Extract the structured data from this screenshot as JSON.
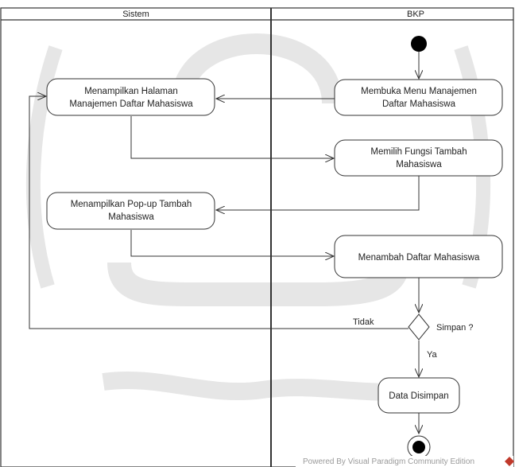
{
  "diagram": {
    "lanes": [
      {
        "id": "sistem",
        "title": "Sistem"
      },
      {
        "id": "bkp",
        "title": "BKP"
      }
    ],
    "nodes": [
      {
        "id": "open-menu",
        "kind": "action",
        "lane": "bkp",
        "lines": [
          "Membuka Menu Manajemen",
          "Daftar Mahasiswa"
        ]
      },
      {
        "id": "show-page",
        "kind": "action",
        "lane": "sistem",
        "lines": [
          "Menampilkan Halaman",
          "Manajemen Daftar Mahasiswa"
        ]
      },
      {
        "id": "choose-add",
        "kind": "action",
        "lane": "bkp",
        "lines": [
          "Memilih Fungsi Tambah",
          "Mahasiswa"
        ]
      },
      {
        "id": "show-popup",
        "kind": "action",
        "lane": "sistem",
        "lines": [
          "Menampilkan Pop-up Tambah",
          "Mahasiswa"
        ]
      },
      {
        "id": "add-student",
        "kind": "action",
        "lane": "bkp",
        "lines": [
          "Menambah Daftar Mahasiswa"
        ]
      },
      {
        "id": "save-decision",
        "kind": "decision",
        "lane": "bkp",
        "label": "Simpan ?"
      },
      {
        "id": "data-saved",
        "kind": "action",
        "lane": "bkp",
        "lines": [
          "Data Disimpan"
        ]
      }
    ],
    "edges": [
      {
        "from": "start",
        "to": "open-menu"
      },
      {
        "from": "open-menu",
        "to": "show-page"
      },
      {
        "from": "show-page",
        "to": "choose-add"
      },
      {
        "from": "choose-add",
        "to": "show-popup"
      },
      {
        "from": "show-popup",
        "to": "add-student"
      },
      {
        "from": "add-student",
        "to": "save-decision"
      },
      {
        "from": "save-decision",
        "to": "show-page",
        "label": "Tidak"
      },
      {
        "from": "save-decision",
        "to": "data-saved",
        "label": "Ya"
      },
      {
        "from": "data-saved",
        "to": "end"
      }
    ]
  },
  "footer": {
    "text": "Powered By  Visual Paradigm Community Edition"
  },
  "colors": {
    "line": "#333333",
    "node_fill": "#ffffff",
    "start_fill": "#000000",
    "watermark": "#e6e6e6",
    "footer_logo": "#c0392b"
  }
}
